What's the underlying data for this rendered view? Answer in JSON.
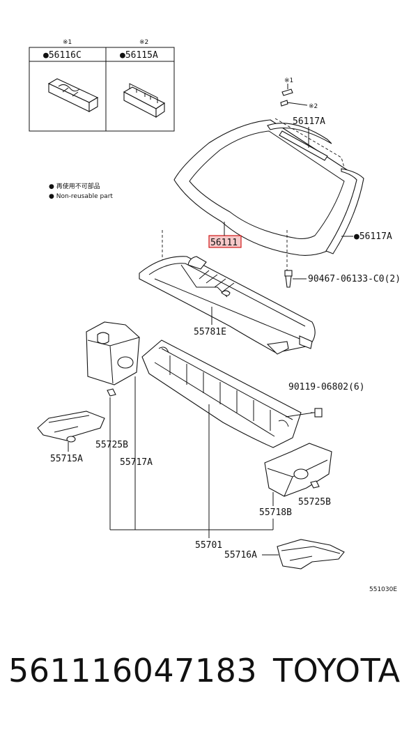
{
  "header_boxes": [
    {
      "mark": "※1",
      "part": "●56116C"
    },
    {
      "mark": "※2",
      "part": "●56115A"
    }
  ],
  "legend": {
    "jp": "● 再使用不可部品",
    "en": "● Non-reusable part"
  },
  "marks": {
    "m1": "※1",
    "m2": "※2"
  },
  "parts": {
    "p56117A": "56117A",
    "p56117A_dot": "●56117A",
    "p56111": "56111",
    "clip": "90467-06133-C0(2)",
    "p55781E": "55781E",
    "bolt": "90119-06802(6)",
    "p55725B_left": "55725B",
    "p55717A": "55717A",
    "p55715A": "55715A",
    "p55725B_right": "55725B",
    "p55718B": "55718B",
    "p55701": "55701",
    "p55716A": "55716A"
  },
  "diagram_code": "551030E",
  "footer": {
    "part_number": "561116047183",
    "brand": "TOYOTA"
  },
  "colors": {
    "highlight_border": "#d01818",
    "highlight_fill": "#f6c9c9"
  }
}
